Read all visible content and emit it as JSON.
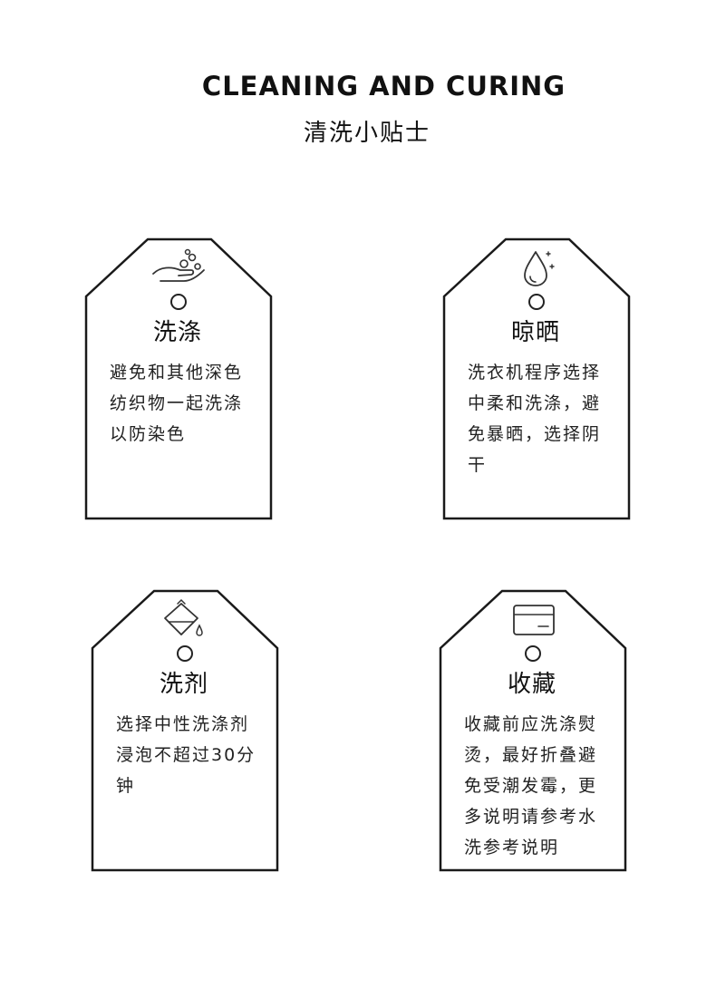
{
  "header": {
    "title_en": "CLEANING AND CURING",
    "title_cn": "清洗小贴士"
  },
  "cards": [
    {
      "icon": "washing-hand-icon",
      "title": "洗涤",
      "text": "避免和其他深色纺织物一起洗涤以防染色"
    },
    {
      "icon": "water-drop-icon",
      "title": "晾晒",
      "text": "洗衣机程序选择中柔和洗涤，避免暴晒，选择阴干"
    },
    {
      "icon": "detergent-icon",
      "title": "洗剂",
      "text": "选择中性洗涤剂浸泡不超过30分钟"
    },
    {
      "icon": "card-icon",
      "title": "收藏",
      "text": "收藏前应洗涤熨烫，最好折叠避免受潮发霉，更多说明请参考水洗参考说明"
    }
  ]
}
